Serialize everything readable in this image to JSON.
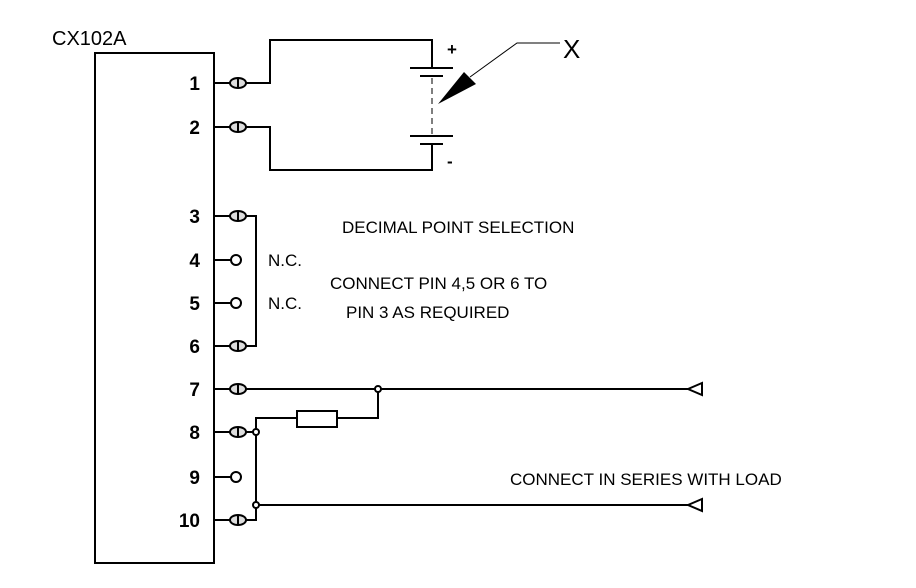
{
  "device": {
    "label": "CX102A"
  },
  "pins": [
    {
      "num": "1",
      "terminal": "screw"
    },
    {
      "num": "2",
      "terminal": "screw"
    },
    {
      "num": "3",
      "terminal": "screw"
    },
    {
      "num": "4",
      "terminal": "open"
    },
    {
      "num": "5",
      "terminal": "open"
    },
    {
      "num": "6",
      "terminal": "screw"
    },
    {
      "num": "7",
      "terminal": "screw"
    },
    {
      "num": "8",
      "terminal": "screw"
    },
    {
      "num": "9",
      "terminal": "open"
    },
    {
      "num": "10",
      "terminal": "screw"
    }
  ],
  "battery": {
    "plus": "+",
    "minus": "-",
    "callout": "X"
  },
  "nc_labels": [
    "N.C.",
    "N.C."
  ],
  "decimal": {
    "title": "DECIMAL POINT SELECTION",
    "line1": "CONNECT PIN 4,5 OR 6 TO",
    "line2": "PIN 3 AS REQUIRED"
  },
  "load_note": "CONNECT IN SERIES WITH LOAD"
}
